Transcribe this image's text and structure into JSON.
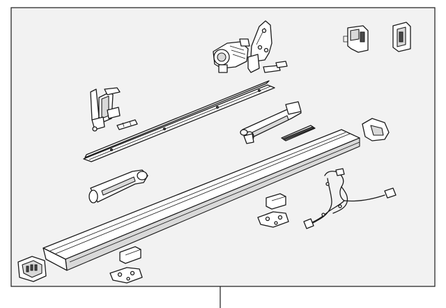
{
  "diagram": {
    "background_color": "#f2f2f2",
    "line_color": "#1a1a1a",
    "parts": [
      "power-step-motor",
      "motor-mounting-bracket",
      "front-hinge-bracket",
      "hinge-arm-small",
      "upper-rail-channel",
      "rear-linkage-arm",
      "center-linkage-arm",
      "trim-strip",
      "running-board-step",
      "end-cap-right",
      "end-cap-left",
      "wiring-harness",
      "connector-clip-a",
      "connector-clip-b",
      "spacer-block-upper",
      "mounting-plate-upper",
      "spacer-block-lower",
      "mounting-plate-lower"
    ]
  }
}
